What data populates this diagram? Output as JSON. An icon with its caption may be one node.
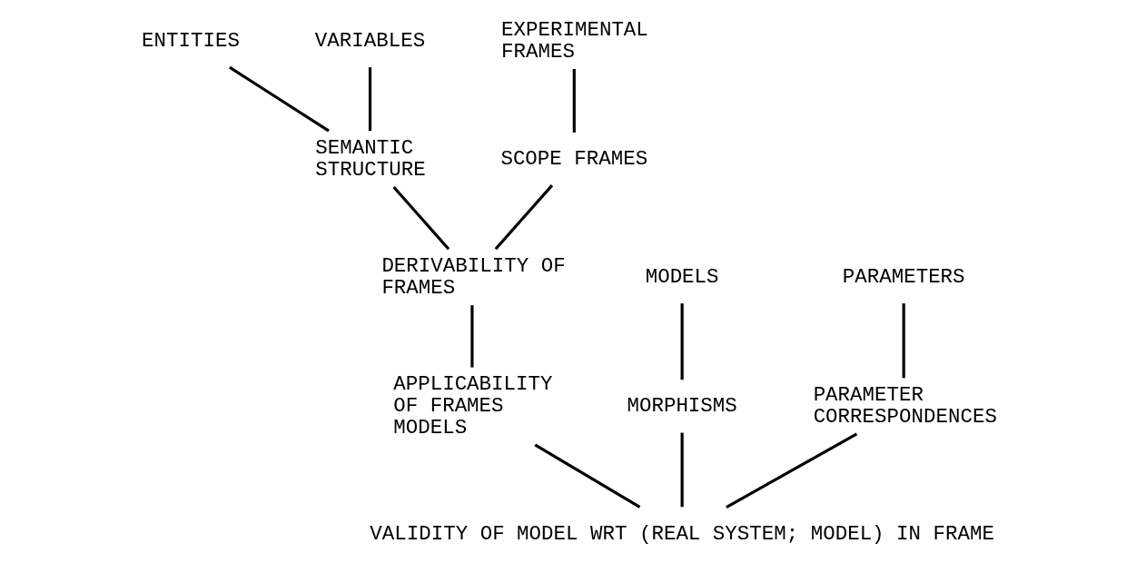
{
  "diagram": {
    "nodes": [
      {
        "text": [
          "ENTITIES"
        ]
      },
      {
        "text": [
          "VARIABLES"
        ]
      },
      {
        "text": [
          "SEMANTIC STRUCTURE"
        ]
      },
      {
        "text": [
          "EXPERIMENTAL FRAMES"
        ]
      },
      {
        "text": [
          "MODELS"
        ]
      },
      {
        "text": [
          "PARAMETERS"
        ]
      },
      {
        "text": [
          "SCOPE FRAMES"
        ]
      },
      {
        "text": [
          "DERIVABILITY OF FRAMES"
        ]
      },
      {
        "text": [
          "MORPHISMS"
        ]
      },
      {
        "text": [
          "PARAMETER CORRESPONDENCES"
        ]
      },
      {
        "text": [
          "APPLICABILITY OF FRAMES MODELS"
        ]
      },
      {
        "text": [
          "VALIDITY OF MODEL WRT (REAL SYSTEM; MODEL) IN FRAME"
        ]
      }
    ],
    "edges": [
      {
        "from": 0,
        "to": 2,
        "arrow": "none"
      },
      {
        "from": 1,
        "to": 2,
        "arrow": "none"
      },
      {
        "from": 3,
        "to": 6,
        "arrow": "none"
      },
      {
        "from": 2,
        "to": 7,
        "arrow": "none"
      },
      {
        "from": 6,
        "to": 7,
        "arrow": "none"
      },
      {
        "from": 4,
        "to": 8,
        "arrow": "none"
      },
      {
        "from": 5,
        "to": 9,
        "arrow": "none"
      },
      {
        "from": 7,
        "to": 10,
        "arrow": "none"
      },
      {
        "from": 10,
        "to": 11,
        "arrow": "none"
      },
      {
        "from": 8,
        "to": 11,
        "arrow": "none"
      },
      {
        "from": 9,
        "to": 11,
        "arrow": "none"
      }
    ]
  }
}
